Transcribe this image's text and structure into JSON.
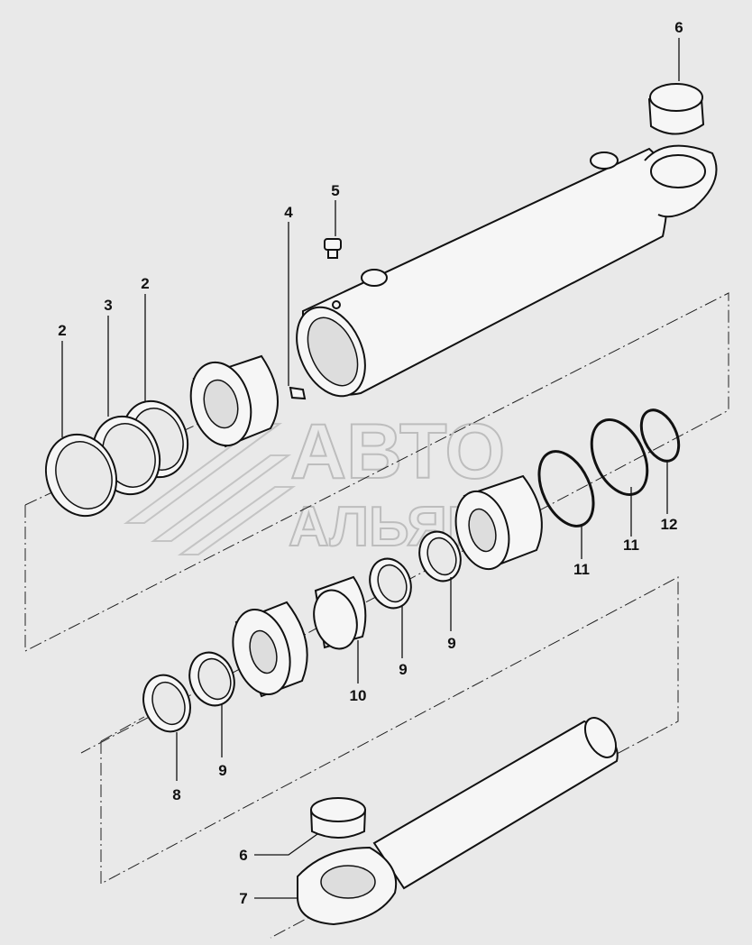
{
  "watermark": {
    "line1": "АВТО",
    "line2": "АЛЬЯНС"
  },
  "callouts": [
    {
      "id": "c6a",
      "text": "6"
    },
    {
      "id": "c5",
      "text": "5"
    },
    {
      "id": "c4",
      "text": "4"
    },
    {
      "id": "c2a",
      "text": "2"
    },
    {
      "id": "c3",
      "text": "3"
    },
    {
      "id": "c2b",
      "text": "2"
    },
    {
      "id": "c12",
      "text": "12"
    },
    {
      "id": "c11a",
      "text": "11"
    },
    {
      "id": "c11b",
      "text": "11"
    },
    {
      "id": "c9a",
      "text": "9"
    },
    {
      "id": "c9b",
      "text": "9"
    },
    {
      "id": "c10",
      "text": "10"
    },
    {
      "id": "c9c",
      "text": "9"
    },
    {
      "id": "c8",
      "text": "8"
    },
    {
      "id": "c6b",
      "text": "6"
    },
    {
      "id": "c7",
      "text": "7"
    }
  ]
}
